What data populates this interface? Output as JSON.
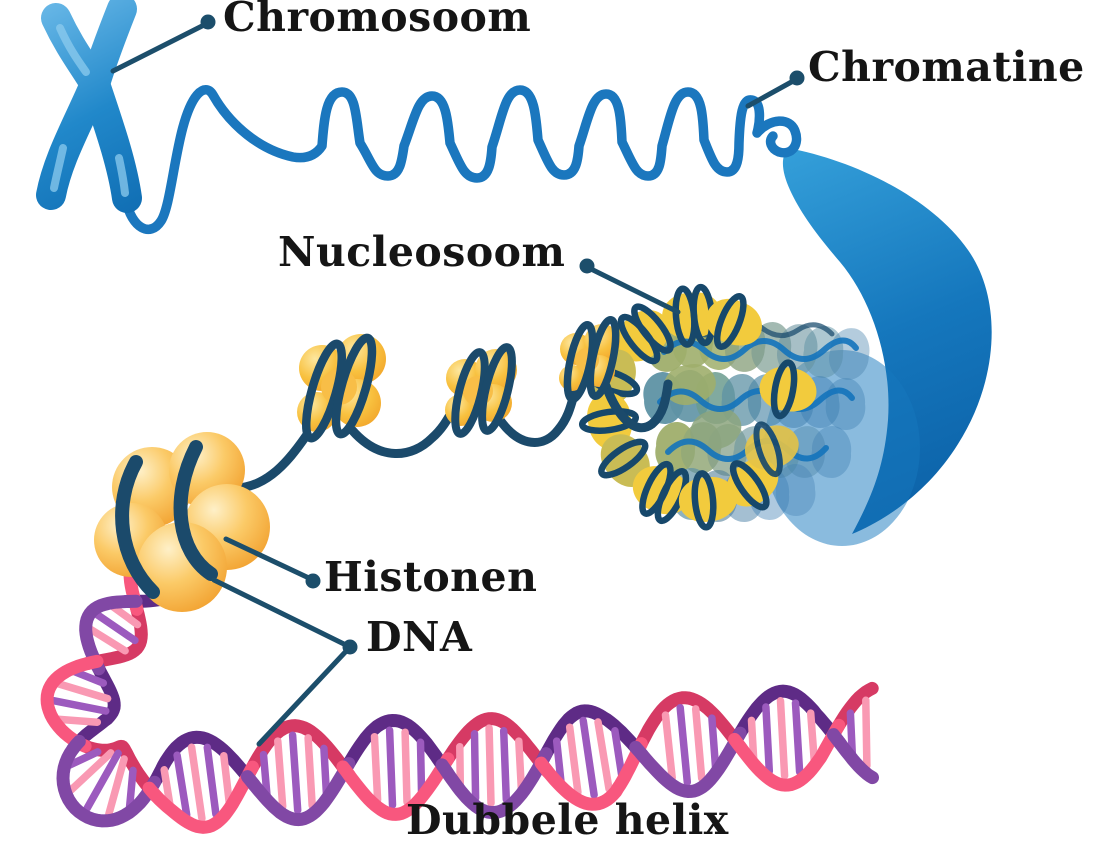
{
  "diagram": {
    "labels": {
      "chromosome": "Chromosoom",
      "chromatin": "Chromatine",
      "nucleosome": "Nucleosoom",
      "histones": "Histonen",
      "dna": "DNA",
      "double_helix": "Dubbele helix"
    },
    "colors": {
      "background": "#FFFFFF",
      "label_text": "#151515",
      "leader_line": "#1C4E6B",
      "chromosome_blue": "#1B77BE",
      "chromosome_blue_light": "#66B6E6",
      "chromosome_blue_dark": "#0F6CB2",
      "chromatin_ribbon_top": "#35A0DA",
      "chromatin_ribbon_bottom": "#0B5FA5",
      "dna_strand_navy": "#1B4A6B",
      "histone_orange": "#F29E28",
      "histone_orange_light": "#FBCA67",
      "histone_highlight": "#FEF0C8",
      "nucleosome_yellow": "#F2CB3D",
      "fiber_olive": "#9FAE6B",
      "fiber_teal": "#5E92A4",
      "fiber_blue": "#1474BC",
      "helix_pink": "#F8577E",
      "helix_pink_dark": "#D63A64",
      "helix_purple": "#8148A5",
      "helix_purple_dark": "#5E2B86",
      "rung_pink": "#F999B3",
      "rung_purple": "#9C5ABE"
    }
  }
}
